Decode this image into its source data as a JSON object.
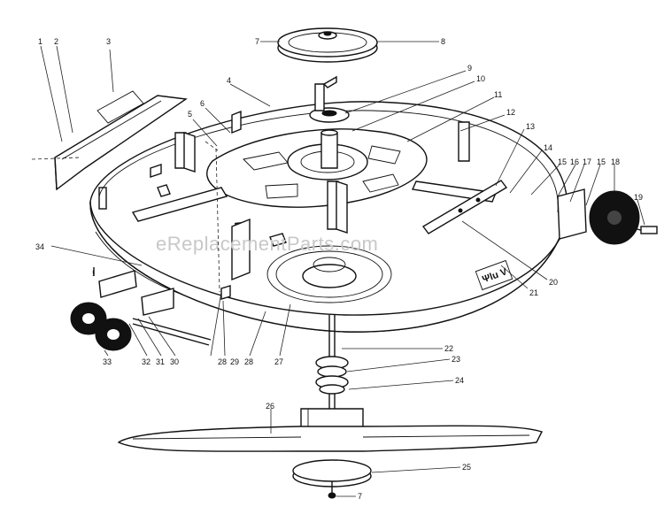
{
  "watermark": "eReplacementParts.com",
  "decal_text": "Ψlu V",
  "callouts": [
    {
      "id": "c1",
      "label": "1"
    },
    {
      "id": "c2",
      "label": "2"
    },
    {
      "id": "c3",
      "label": "3"
    },
    {
      "id": "c4",
      "label": "4"
    },
    {
      "id": "c5",
      "label": "5"
    },
    {
      "id": "c6",
      "label": "6"
    },
    {
      "id": "c7a",
      "label": "7"
    },
    {
      "id": "c7b",
      "label": "7"
    },
    {
      "id": "c8",
      "label": "8"
    },
    {
      "id": "c9",
      "label": "9"
    },
    {
      "id": "c10",
      "label": "10"
    },
    {
      "id": "c11",
      "label": "11"
    },
    {
      "id": "c12",
      "label": "12"
    },
    {
      "id": "c13",
      "label": "13"
    },
    {
      "id": "c14",
      "label": "14"
    },
    {
      "id": "c15a",
      "label": "15"
    },
    {
      "id": "c16",
      "label": "16"
    },
    {
      "id": "c17",
      "label": "17"
    },
    {
      "id": "c15b",
      "label": "15"
    },
    {
      "id": "c18",
      "label": "18"
    },
    {
      "id": "c19",
      "label": "19"
    },
    {
      "id": "c20",
      "label": "20"
    },
    {
      "id": "c21",
      "label": "21"
    },
    {
      "id": "c22",
      "label": "22"
    },
    {
      "id": "c23",
      "label": "23"
    },
    {
      "id": "c24",
      "label": "24"
    },
    {
      "id": "c25",
      "label": "25"
    },
    {
      "id": "c26",
      "label": "26"
    },
    {
      "id": "c27",
      "label": "27"
    },
    {
      "id": "c28a",
      "label": "28"
    },
    {
      "id": "c29",
      "label": "29"
    },
    {
      "id": "c28b",
      "label": "28"
    },
    {
      "id": "c30",
      "label": "30"
    },
    {
      "id": "c31",
      "label": "31"
    },
    {
      "id": "c32",
      "label": "32"
    },
    {
      "id": "c33",
      "label": "33"
    },
    {
      "id": "c34",
      "label": "34"
    }
  ]
}
